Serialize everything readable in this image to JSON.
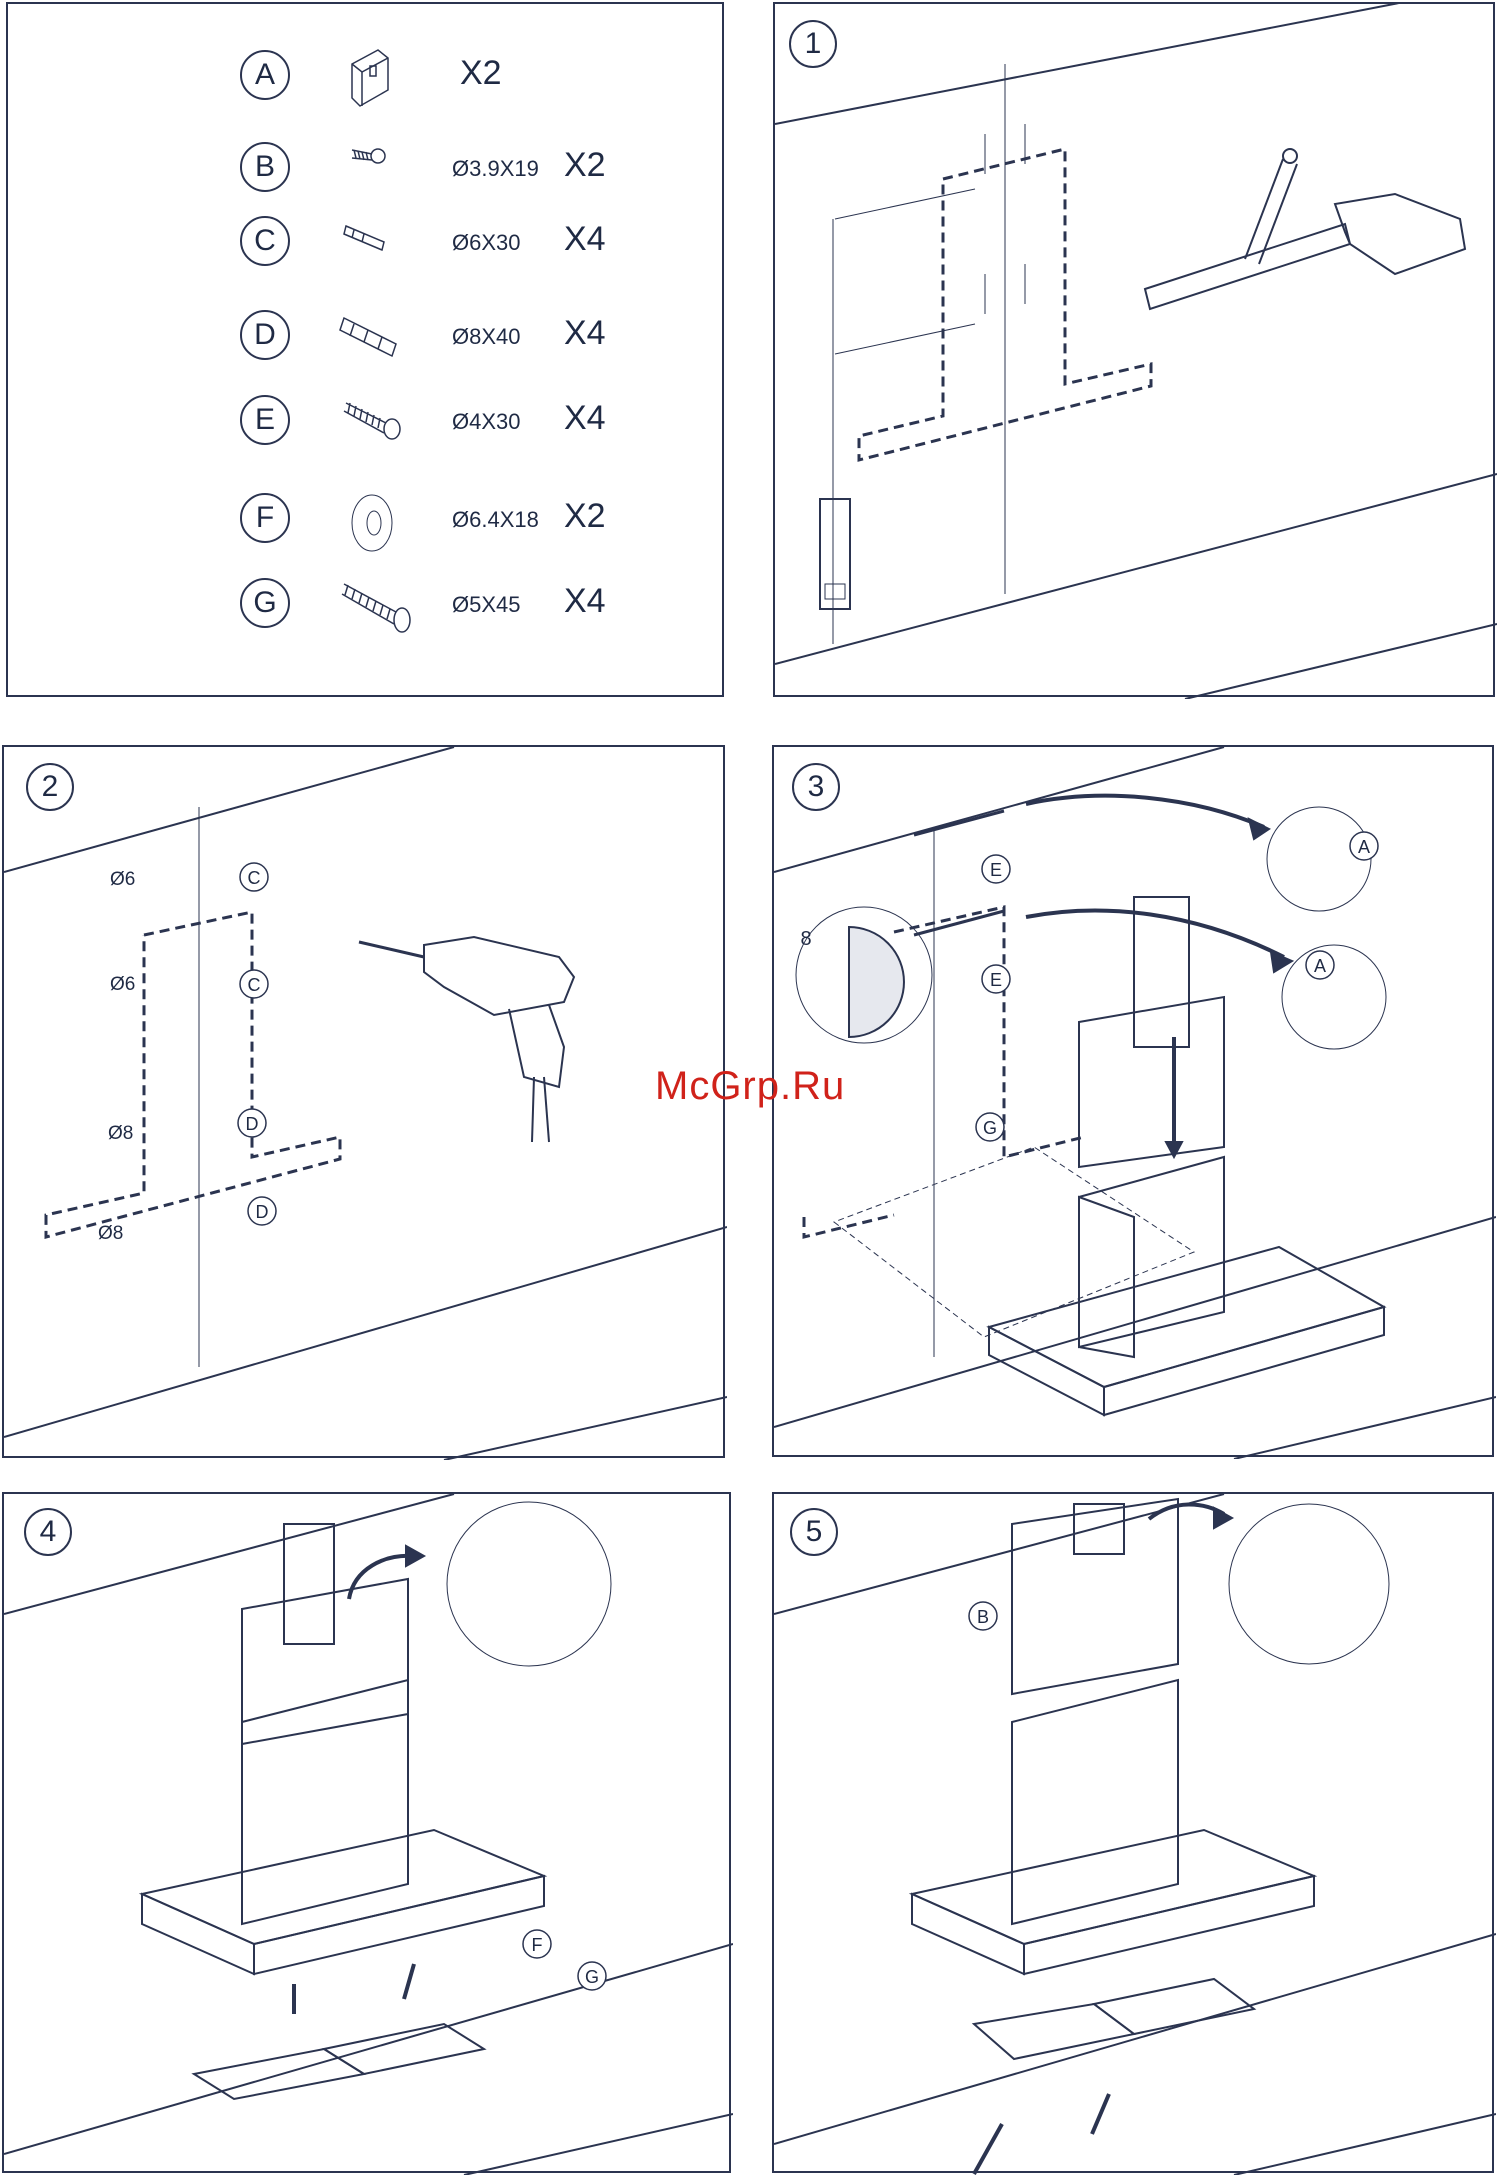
{
  "parts": [
    {
      "letter": "A",
      "dim": "",
      "qty": "X2",
      "icon": "bracket-icon"
    },
    {
      "letter": "B",
      "dim": "Ø3.9X19",
      "qty": "X2",
      "icon": "small-screw-icon"
    },
    {
      "letter": "C",
      "dim": "Ø6X30",
      "qty": "X4",
      "icon": "small-wall-plug-icon"
    },
    {
      "letter": "D",
      "dim": "Ø8X40",
      "qty": "X4",
      "icon": "large-wall-plug-icon"
    },
    {
      "letter": "E",
      "dim": "Ø4X30",
      "qty": "X4",
      "icon": "screw-icon"
    },
    {
      "letter": "F",
      "dim": "Ø6.4X18",
      "qty": "X2",
      "icon": "washer-icon"
    },
    {
      "letter": "G",
      "dim": "Ø5X45",
      "qty": "X4",
      "icon": "long-screw-icon"
    }
  ],
  "steps": [
    "1",
    "2",
    "3",
    "4",
    "5"
  ],
  "step2": {
    "labels": {
      "d6a": "Ø6",
      "d6b": "Ø6",
      "d8a": "Ø8",
      "d8b": "Ø8",
      "c1": "C",
      "c2": "C",
      "d1": "D",
      "d2": "D"
    }
  },
  "step3": {
    "labels": {
      "e1": "E",
      "e2": "E",
      "a1": "A",
      "a2": "A",
      "g": "G",
      "eight": "8"
    }
  },
  "step4": {
    "labels": {
      "f": "F",
      "g": "G"
    }
  },
  "step5": {
    "labels": {
      "b": "B"
    }
  },
  "watermark": "McGrp.Ru",
  "colors": {
    "line": "#2b3450",
    "accent": "#d0221a"
  }
}
